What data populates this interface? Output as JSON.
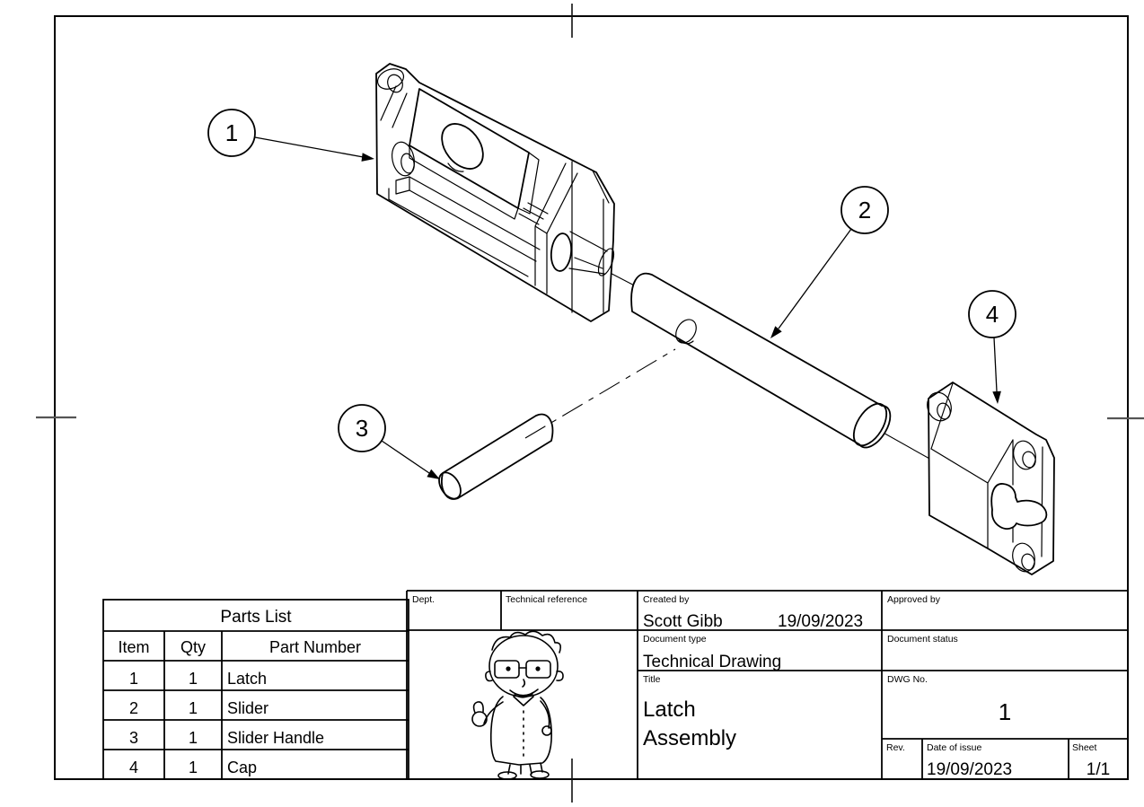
{
  "sheet": {
    "balloons": [
      {
        "number": "1"
      },
      {
        "number": "2"
      },
      {
        "number": "3"
      },
      {
        "number": "4"
      }
    ],
    "parts_list": {
      "title": "Parts List",
      "columns": [
        "Item",
        "Qty",
        "Part Number"
      ],
      "rows": [
        {
          "item": "1",
          "qty": "1",
          "part_number": "Latch"
        },
        {
          "item": "2",
          "qty": "1",
          "part_number": "Slider"
        },
        {
          "item": "3",
          "qty": "1",
          "part_number": "Slider Handle"
        },
        {
          "item": "4",
          "qty": "1",
          "part_number": "Cap"
        }
      ]
    },
    "title_block": {
      "dept": {
        "label": "Dept.",
        "value": ""
      },
      "technical_reference": {
        "label": "Technical reference",
        "value": ""
      },
      "created_by": {
        "label": "Created by",
        "value": "Scott Gibb",
        "date": "19/09/2023"
      },
      "approved_by": {
        "label": "Approved by",
        "value": ""
      },
      "document_type": {
        "label": "Document type",
        "value": "Technical Drawing"
      },
      "document_status": {
        "label": "Document status",
        "value": ""
      },
      "title": {
        "label": "Title",
        "line1": "Latch",
        "line2": "Assembly"
      },
      "dwg_no": {
        "label": "DWG No.",
        "value": "1"
      },
      "rev": {
        "label": "Rev.",
        "value": ""
      },
      "date_of_issue": {
        "label": "Date of issue",
        "value": "19/09/2023"
      },
      "sheet_no": {
        "label": "Sheet",
        "value": "1/1"
      }
    }
  }
}
